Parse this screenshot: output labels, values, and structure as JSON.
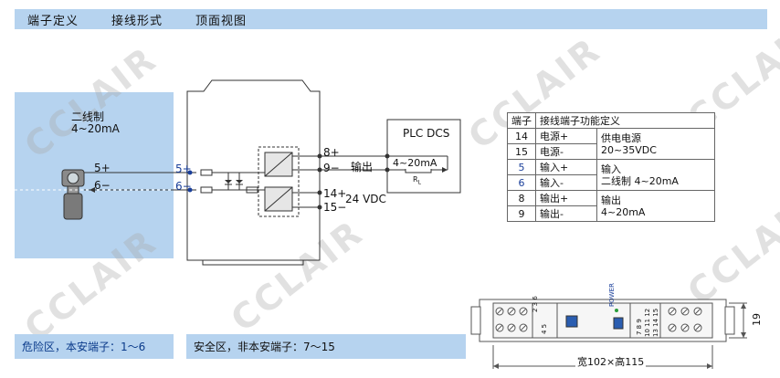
{
  "header": {
    "items": [
      "端子定义",
      "接线形式",
      "顶面视图"
    ]
  },
  "hazard_zone": {
    "title": "二线制",
    "signal": "4~20mA",
    "terminals": [
      "5+",
      "6−"
    ]
  },
  "module": {
    "left_terminals": [
      "5+",
      "6−"
    ],
    "right_terminals": [
      "8+",
      "9−",
      "14+",
      "15−"
    ],
    "output_label": "输出",
    "supply_label": "24 VDC"
  },
  "plc": {
    "title": "PLC DCS",
    "signal": "4~20mA",
    "resistor": "R",
    "resistor_sub": "L"
  },
  "definition_table": {
    "headers": [
      "端子",
      "接线端子功能定义"
    ],
    "rows": [
      {
        "num": "14",
        "name": "电源+",
        "fn": "供电电源"
      },
      {
        "num": "15",
        "name": "电源-",
        "fn": "20~35VDC"
      },
      {
        "num": "5",
        "name": "输入+",
        "fn": "输入"
      },
      {
        "num": "6",
        "name": "输入-",
        "fn": "二线制 4~20mA"
      },
      {
        "num": "8",
        "name": "输出+",
        "fn": "输出"
      },
      {
        "num": "9",
        "name": "输出-",
        "fn": "4~20mA"
      }
    ]
  },
  "top_view": {
    "left_numbers": [
      "2 3 6",
      "4 5"
    ],
    "right_numbers": [
      "7 8 9",
      "10 11 12",
      "13 14 15"
    ],
    "power_label": "POWER",
    "height_label": "19",
    "dimension_label": "宽102×高115"
  },
  "footer": {
    "hazard": "危险区，本安端子：1～6",
    "safe": "安全区，非本安端子：7～15"
  },
  "watermark": "CCLAIR"
}
